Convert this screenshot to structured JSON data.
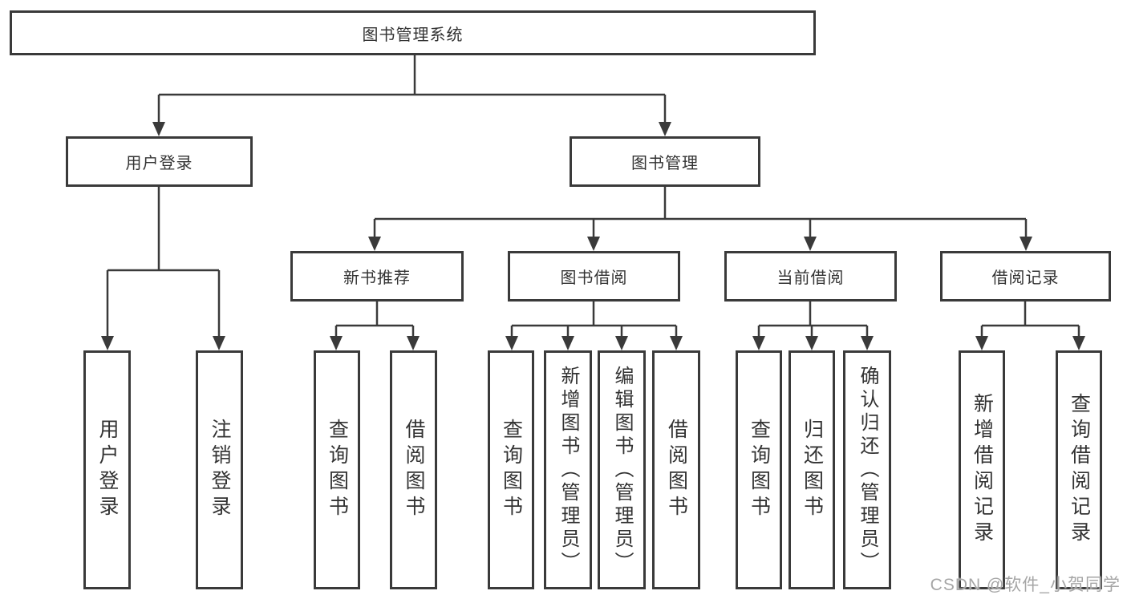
{
  "tree": {
    "root": {
      "label": "图书管理系统"
    },
    "level2": [
      {
        "id": "user-login",
        "label": "用户登录"
      },
      {
        "id": "book-management",
        "label": "图书管理"
      }
    ],
    "level3": [
      {
        "id": "new-book-recommendation",
        "label": "新书推荐",
        "parent": "图书管理"
      },
      {
        "id": "book-borrowing",
        "label": "图书借阅",
        "parent": "图书管理"
      },
      {
        "id": "current-borrowing",
        "label": "当前借阅",
        "parent": "图书管理"
      },
      {
        "id": "borrowing-records",
        "label": "借阅记录",
        "parent": "图书管理"
      }
    ],
    "leaves": [
      {
        "label": "用户登录",
        "parent": "用户登录"
      },
      {
        "label": "注销登录",
        "parent": "用户登录"
      },
      {
        "label": "查询图书",
        "parent": "新书推荐"
      },
      {
        "label": "借阅图书",
        "parent": "新书推荐"
      },
      {
        "label": "查询图书",
        "parent": "图书借阅"
      },
      {
        "label": "新增图书（管理员）",
        "parent": "图书借阅"
      },
      {
        "label": "编辑图书（管理员）",
        "parent": "图书借阅"
      },
      {
        "label": "借阅图书",
        "parent": "图书借阅"
      },
      {
        "label": "查询图书",
        "parent": "当前借阅"
      },
      {
        "label": "归还图书",
        "parent": "当前借阅"
      },
      {
        "label": "确认归还（管理员）",
        "parent": "当前借阅"
      },
      {
        "label": "新增借阅记录",
        "parent": "借阅记录"
      },
      {
        "label": "查询借阅记录",
        "parent": "借阅记录"
      }
    ]
  },
  "watermark": "CSDN @软件_小贺同学",
  "colors": {
    "line": "#3a3a3a",
    "text": "#333333",
    "watermark": "#a6a6a6",
    "background": "#ffffff"
  }
}
